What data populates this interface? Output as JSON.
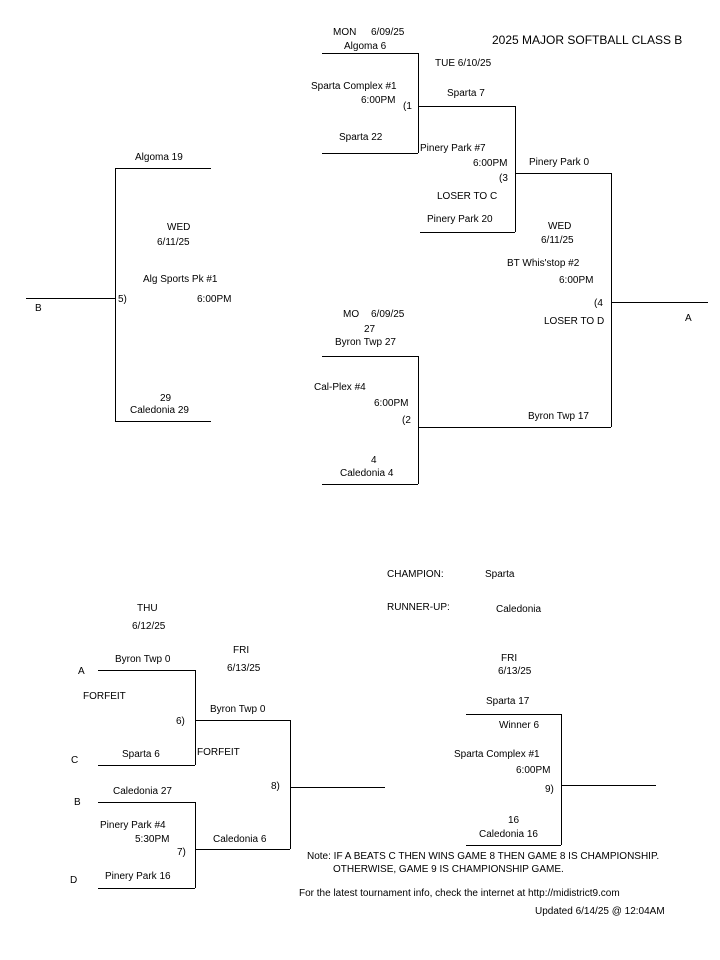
{
  "title": "2025 MAJOR SOFTBALL CLASS B",
  "game1": {
    "day": "MON",
    "date": "6/09/25",
    "team_top": "Algoma  6",
    "venue": "Sparta Complex #1",
    "time": "6:00PM",
    "game_no": "(1",
    "team_bottom": "Sparta  22"
  },
  "game2": {
    "day": "MO",
    "date": "6/09/25",
    "score_top": "27",
    "team_top": "Byron Twp  27",
    "venue": "Cal-Plex #4",
    "time": "6:00PM",
    "game_no": "(2",
    "score_bottom": "4",
    "team_bottom": "Caledonia  4"
  },
  "game3": {
    "day_date": "TUE  6/10/25",
    "team_top": "Sparta  7",
    "venue": "Pinery Park #7",
    "time": "6:00PM",
    "game_no": "(3",
    "loser_note": "LOSER TO C",
    "team_bottom": "Pinery Park  20"
  },
  "game4": {
    "team_top": "Pinery Park  0",
    "day": "WED",
    "date": "6/11/25",
    "venue": "BT Whis'stop #2",
    "time": "6:00PM",
    "game_no": "(4",
    "loser_note": "LOSER TO D",
    "team_bottom": "Byron Twp  17",
    "out_label": "A"
  },
  "game5": {
    "team_top": "Algoma  19",
    "day": "WED",
    "date": "6/11/25",
    "venue": "Alg Sports Pk #1",
    "time": "6:00PM",
    "game_no": "5)",
    "score_bottom": "29",
    "team_bottom": "Caledonia  29",
    "out_label": "B"
  },
  "champion": {
    "label": "CHAMPION:",
    "value": "Sparta"
  },
  "runner_up": {
    "label": "RUNNER-UP:",
    "value": "Caledonia"
  },
  "game6": {
    "day": "THU",
    "date": "6/12/25",
    "seed_top": "A",
    "team_top": "Byron Twp  0",
    "note": "FORFEIT",
    "game_no": "6)",
    "seed_bottom": "C",
    "team_bottom": "Sparta  6"
  },
  "game7": {
    "seed_top": "B",
    "team_top": "Caledonia  27",
    "venue": "Pinery Park #4",
    "time": "5:30PM",
    "game_no": "7)",
    "seed_bottom": "D",
    "team_bottom": "Pinery Park  16"
  },
  "game8": {
    "day": "FRI",
    "date": "6/13/25",
    "team_top": "Byron Twp  0",
    "note": "FORFEIT",
    "game_no": "8)",
    "team_bottom": "Caledonia  6"
  },
  "game9": {
    "day": "FRI",
    "date": "6/13/25",
    "team_top": "Sparta  17",
    "winner_note": "Winner 6",
    "venue": "Sparta Complex #1",
    "time": "6:00PM",
    "game_no": "9)",
    "score_bottom": "16",
    "team_bottom": "Caledonia  16"
  },
  "notes": {
    "line1": "Note: IF A BEATS C THEN WINS GAME 8 THEN GAME 8 IS CHAMPIONSHIP.",
    "line2": "OTHERWISE, GAME 9 IS CHAMPIONSHIP GAME.",
    "website": "For the latest tournament info, check the internet at http://midistrict9.com",
    "updated": "Updated  6/14/25 @ 12:04AM"
  }
}
